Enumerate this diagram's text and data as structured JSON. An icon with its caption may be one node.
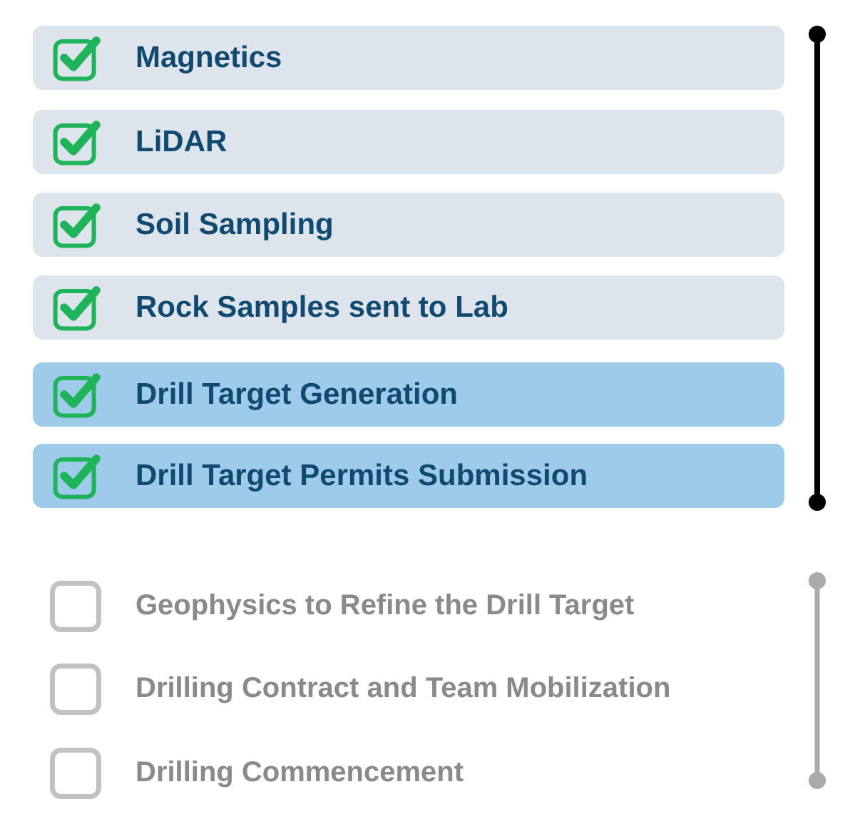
{
  "diagram": {
    "nodes": [
      {
        "text": [
          "Magnetics"
        ]
      },
      {
        "text": [
          "LiDAR"
        ]
      },
      {
        "text": [
          "Soil Sampling"
        ]
      },
      {
        "text": [
          "Rock Samples sent to Lab"
        ]
      },
      {
        "text": [
          "Drill Target Generation"
        ]
      },
      {
        "text": [
          "Drill Target Permits Submission"
        ]
      }
    ],
    "labels": [
      "Geophysics to Refine the Drill Target",
      "Drilling Contract and Team Mobilization",
      "Drilling Commencement"
    ]
  }
}
